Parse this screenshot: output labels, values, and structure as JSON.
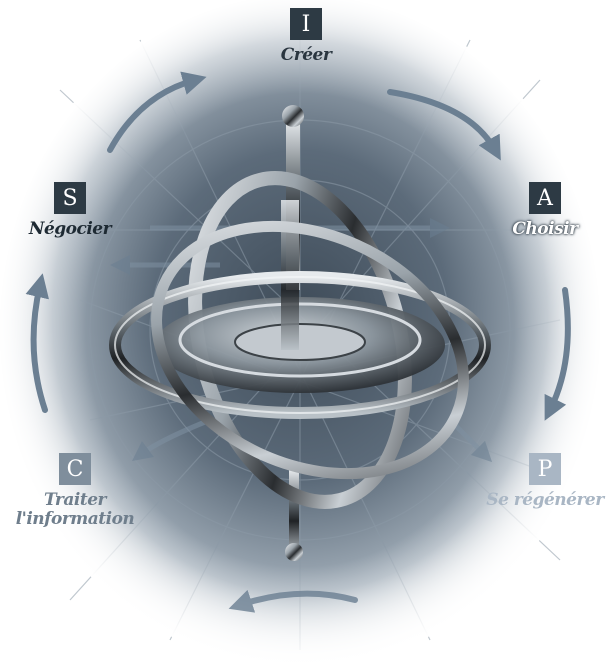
{
  "nodes": [
    {
      "id": "i",
      "letter": "I",
      "label": "Créer",
      "badge_color": "#2d3a44",
      "label_color": "#2a3640"
    },
    {
      "id": "a",
      "letter": "A",
      "label": "Choisir",
      "badge_color": "#2d3a44",
      "label_color": "#ffffff"
    },
    {
      "id": "p",
      "letter": "P",
      "label": "Se régénérer",
      "badge_color": "#a9b6c4",
      "label_color": "#a9b6c4"
    },
    {
      "id": "c",
      "letter": "C",
      "label_line1": "Traiter",
      "label_line2": "l'information",
      "badge_color": "#7f8e9c",
      "label_color": "#6f7e8c"
    },
    {
      "id": "s",
      "letter": "S",
      "label": "Négocier",
      "badge_color": "#2d3a44",
      "label_color": "#1e2a33"
    }
  ],
  "colors": {
    "arrow": "#6b7f92",
    "background_dark": "#4d5c6b",
    "background_light": "#c7d0d8",
    "metal_dark": "#2a2d30",
    "metal_light": "#e8ecef"
  },
  "illustration": "gyroscope-icon"
}
